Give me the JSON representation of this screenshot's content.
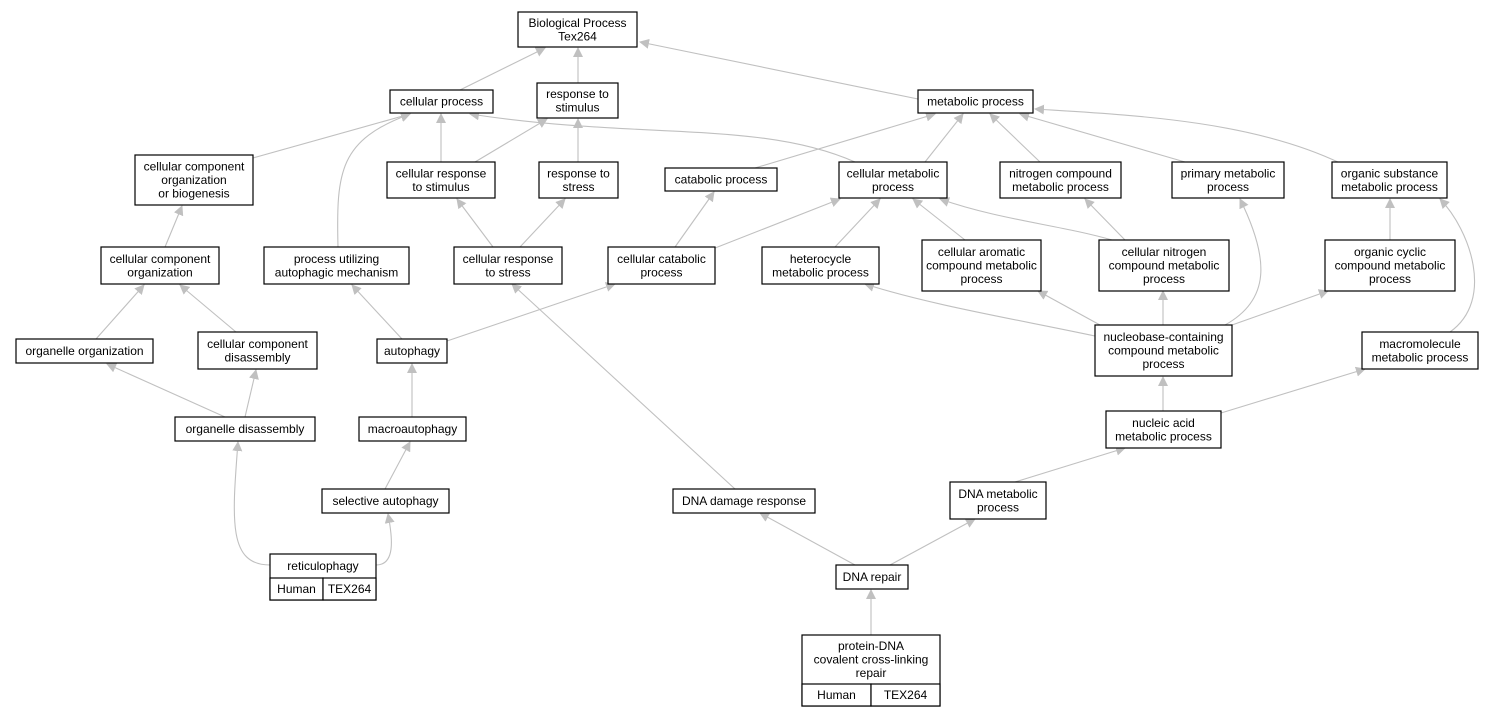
{
  "graph": {
    "edge_color": "#c0c0c0",
    "highlight_color": "#ff6347",
    "nodes": {
      "root": [
        "Biological Process",
        "Tex264"
      ],
      "cellular_process": [
        "cellular process"
      ],
      "response_to_stimulus": [
        "response to",
        "stimulus"
      ],
      "metabolic_process": [
        "metabolic process"
      ],
      "cc_org_or_bio": [
        "cellular component",
        "organization",
        "or biogenesis"
      ],
      "cellular_response_to_stimulus": [
        "cellular response",
        "to stimulus"
      ],
      "response_to_stress": [
        "response to",
        "stress"
      ],
      "catabolic_process": [
        "catabolic process"
      ],
      "cellular_metabolic_process": [
        "cellular metabolic",
        "process"
      ],
      "nitrogen_compound_mp": [
        "nitrogen compound",
        "metabolic process"
      ],
      "primary_mp": [
        "primary metabolic",
        "process"
      ],
      "organic_substance_mp": [
        "organic substance",
        "metabolic process"
      ],
      "cc_organization": [
        "cellular component",
        "organization"
      ],
      "process_utilizing_autophagic": [
        "process utilizing",
        "autophagic mechanism"
      ],
      "cellular_response_to_stress": [
        "cellular response",
        "to stress"
      ],
      "cellular_catabolic_process": [
        "cellular catabolic",
        "process"
      ],
      "heterocycle_mp": [
        "heterocycle",
        "metabolic process"
      ],
      "cellular_aromatic_cmp": [
        "cellular aromatic",
        "compound metabolic",
        "process"
      ],
      "cellular_nitrogen_cmp": [
        "cellular nitrogen",
        "compound metabolic",
        "process"
      ],
      "organic_cyclic_cmp": [
        "organic cyclic",
        "compound metabolic",
        "process"
      ],
      "organelle_organization": [
        "organelle organization"
      ],
      "cc_disassembly": [
        "cellular component",
        "disassembly"
      ],
      "autophagy": [
        "autophagy"
      ],
      "nucleobase_containing_cmp": [
        "nucleobase-containing",
        "compound metabolic",
        "process"
      ],
      "macromolecule_mp": [
        "macromolecule",
        "metabolic process"
      ],
      "organelle_disassembly": [
        "organelle disassembly"
      ],
      "macroautophagy": [
        "macroautophagy"
      ],
      "nucleic_acid_mp": [
        "nucleic acid",
        "metabolic process"
      ],
      "selective_autophagy": [
        "selective autophagy"
      ],
      "dna_damage_response": [
        "DNA damage response"
      ],
      "dna_metabolic_process": [
        "DNA metabolic",
        "process"
      ],
      "dna_repair": [
        "DNA repair"
      ],
      "reticulophagy": [
        "reticulophagy"
      ],
      "protein_dna_crosslink_repair": [
        "protein-DNA",
        "covalent cross-linking",
        "repair"
      ]
    },
    "annotations": {
      "reticulophagy": [
        "Human",
        "TEX264"
      ],
      "protein_dna_crosslink_repair": [
        "Human",
        "TEX264"
      ]
    }
  }
}
